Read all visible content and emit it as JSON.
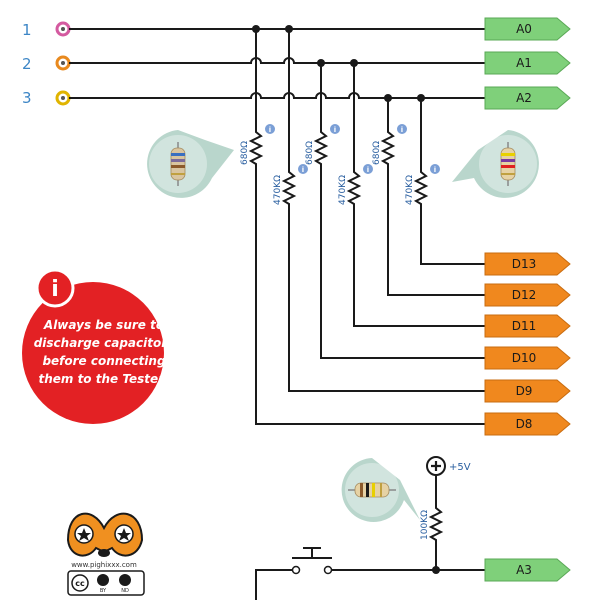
{
  "inputs": [
    {
      "number": "1",
      "ring_color": "#d45aa0"
    },
    {
      "number": "2",
      "ring_color": "#e8891e"
    },
    {
      "number": "3",
      "ring_color": "#e0b400"
    }
  ],
  "analog_tags": [
    "A0",
    "A1",
    "A2",
    "A3"
  ],
  "digital_tags": [
    "D13",
    "D12",
    "D11",
    "D10",
    "D9",
    "D8"
  ],
  "resistors": {
    "r680": "680Ω",
    "r470k": "470KΩ",
    "r100k": "100KΩ"
  },
  "info_glyph": "i",
  "power_label": "+5V",
  "warning": {
    "lines": [
      "Always be sure to",
      "discharge capacitors",
      "before connecting",
      "them to the Tester!"
    ]
  },
  "logo": {
    "site": "www.pighixxx.com",
    "license_badge": "cc",
    "license_terms": [
      "BY",
      "ND"
    ]
  },
  "colors": {
    "analog_tag": "#7fd07a",
    "digital_tag": "#f0881e",
    "warning_red": "#e32124",
    "bubble": "#b9d6cc",
    "info_dot": "#7b9fd6",
    "pin_text": "#3d86c6"
  }
}
